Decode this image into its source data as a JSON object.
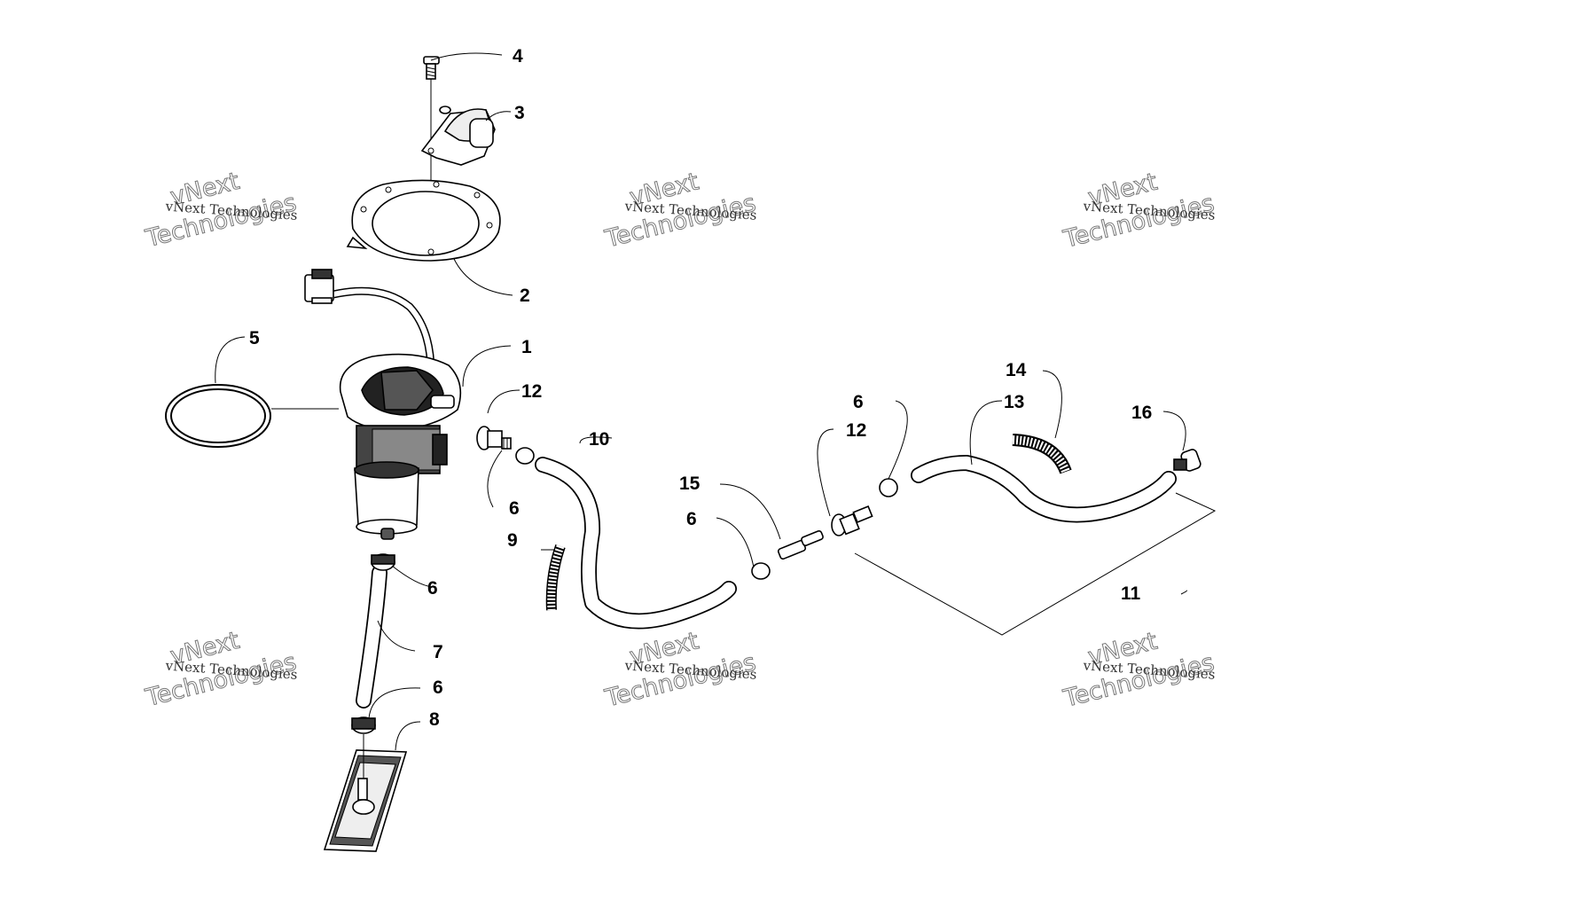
{
  "diagram": {
    "callouts": {
      "c1": "1",
      "c2": "2",
      "c3": "3",
      "c4": "4",
      "c5": "5",
      "c6a": "6",
      "c6b": "6",
      "c6c": "6",
      "c6d": "6",
      "c6e": "6",
      "c7": "7",
      "c8": "8",
      "c9": "9",
      "c10": "10",
      "c11": "11",
      "c12a": "12",
      "c12b": "12",
      "c13": "13",
      "c14": "14",
      "c15": "15",
      "c16": "16"
    },
    "watermark": {
      "small": "vNext Technologies",
      "big_line1": "vNext",
      "big_line2": "Technologies"
    }
  }
}
